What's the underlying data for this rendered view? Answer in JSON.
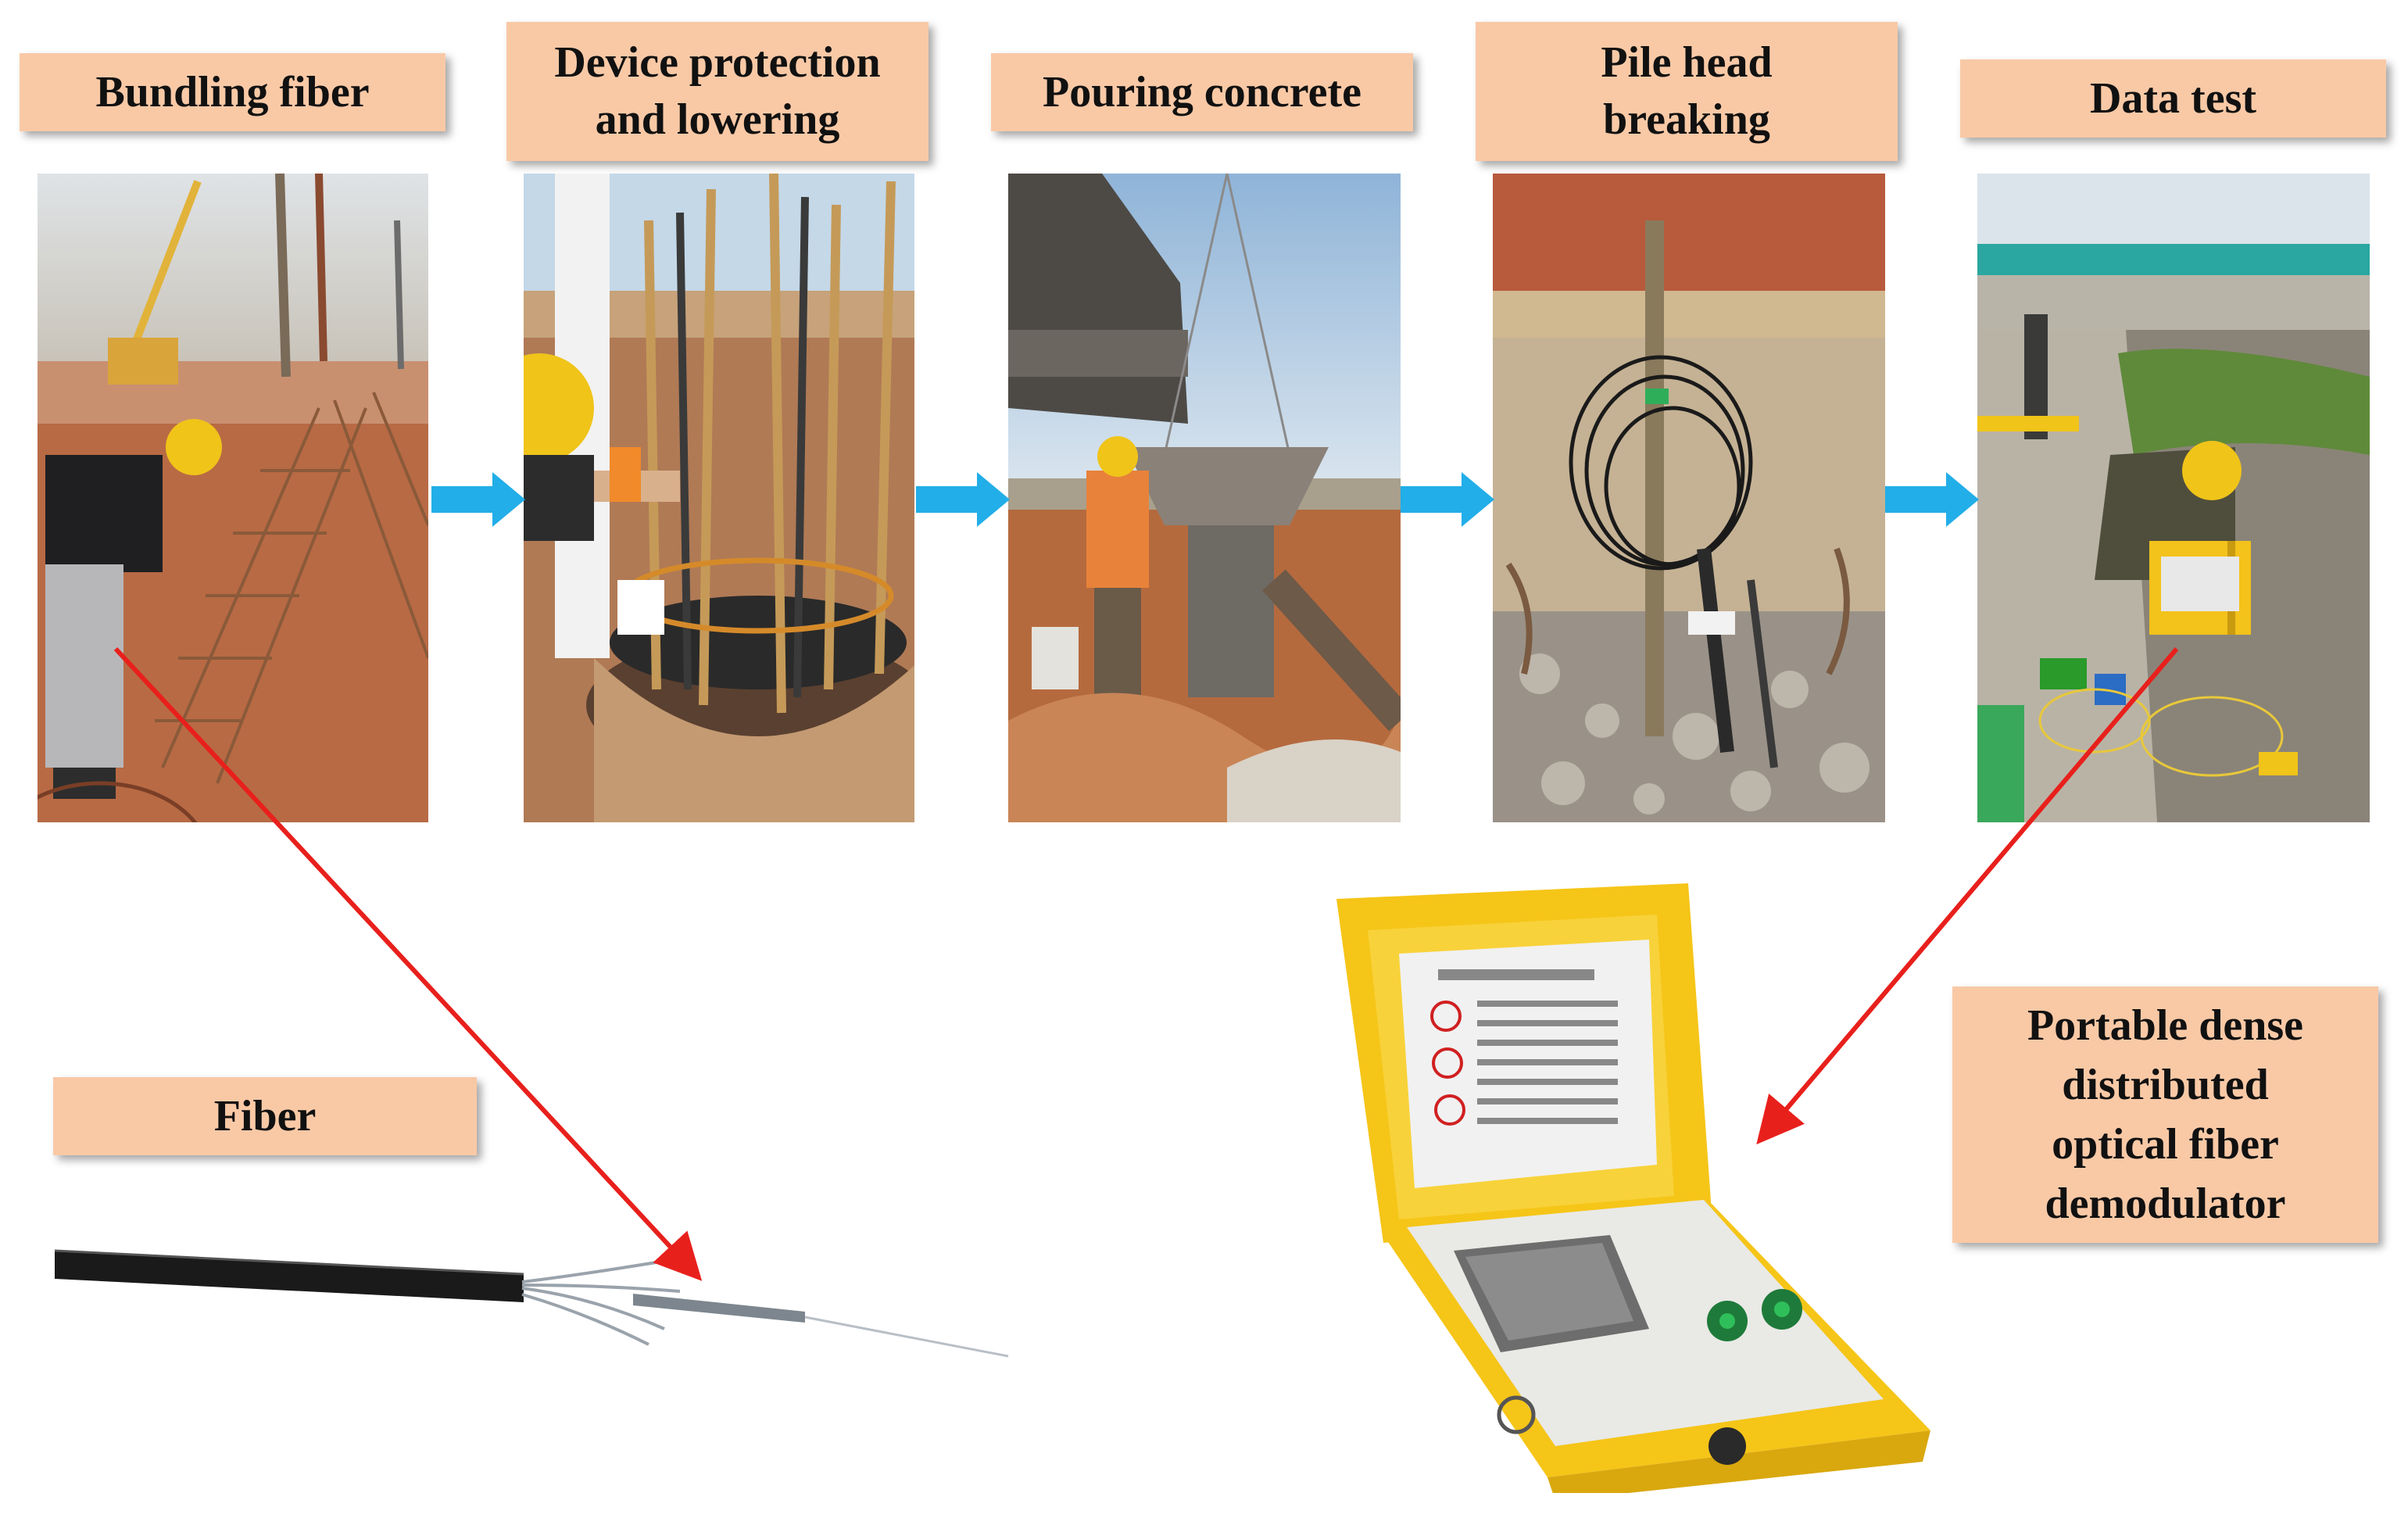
{
  "steps": [
    {
      "label": "Bundling fiber"
    },
    {
      "label": "Device protection\nand lowering"
    },
    {
      "label": "Pouring concrete"
    },
    {
      "label": "Pile head\nbreaking"
    },
    {
      "label": "Data test"
    }
  ],
  "fiber_label": "Fiber",
  "demodulator_label": "Portable dense\ndistributed\noptical fiber\ndemodulator",
  "colors": {
    "label_bg": "#f9c9a6",
    "flow_arrow": "#22aee8",
    "pointer_arrow": "#e8201c",
    "device_case": "#f5c518"
  },
  "icons": {
    "flow_arrow": "right-arrow-icon",
    "pointer_arrow": "pointer-arrow-icon"
  }
}
